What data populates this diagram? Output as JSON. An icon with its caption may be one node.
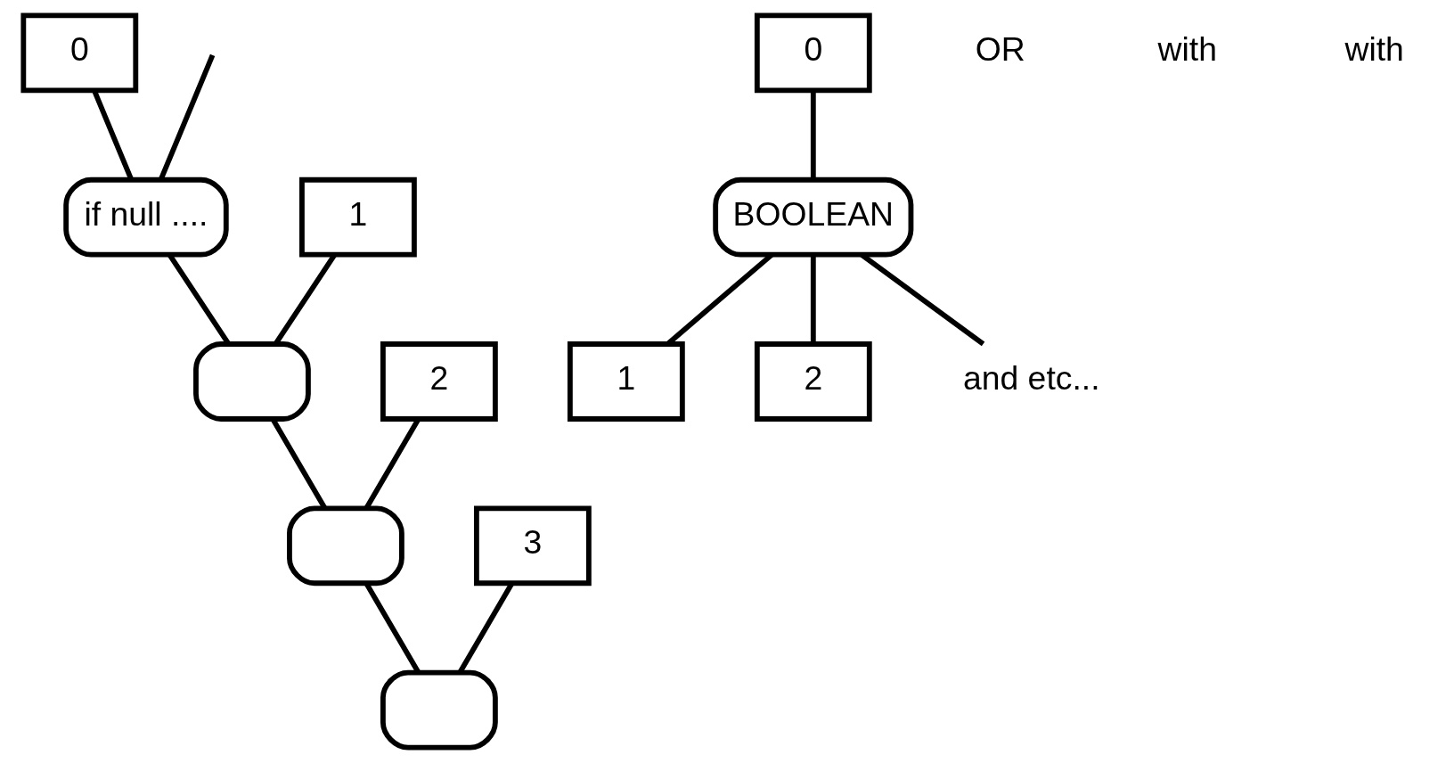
{
  "diagram": {
    "nodes": [
      {
        "text": [
          "0"
        ]
      },
      {
        "text": [
          "1"
        ]
      },
      {
        "text": [
          "2"
        ]
      },
      {
        "text": [
          "3"
        ]
      },
      {
        "text": [
          "if null ...."
        ]
      },
      {
        "text": [],
        "shape": "box"
      },
      {
        "text": [],
        "shape": "box"
      },
      {
        "text": [],
        "shape": "box"
      },
      {
        "text": [
          "0"
        ]
      },
      {
        "text": [
          "1"
        ]
      },
      {
        "text": [
          "BOOLEAN"
        ]
      },
      {
        "text": [
          "2"
        ]
      },
      {
        "text": [
          "and etc..."
        ]
      }
    ],
    "edges": [
      {
        "from": null,
        "to": 4,
        "arrow": "none"
      },
      {
        "from": 0,
        "to": 4,
        "arrow": "none"
      },
      {
        "from": 1,
        "to": 5,
        "arrow": "none"
      },
      {
        "from": 4,
        "to": 5,
        "arrow": "none"
      },
      {
        "from": 2,
        "to": 6,
        "arrow": "none"
      },
      {
        "from": 5,
        "to": 6,
        "arrow": "none"
      },
      {
        "from": 3,
        "to": 7,
        "arrow": "none"
      },
      {
        "from": 6,
        "to": 7,
        "arrow": "none"
      },
      {
        "from": 8,
        "to": 10,
        "arrow": "none"
      },
      {
        "from": 10,
        "to": 9,
        "arrow": "none"
      },
      {
        "from": 10,
        "to": 11,
        "arrow": "none"
      },
      {
        "from": 10,
        "to": 12,
        "arrow": "none"
      }
    ],
    "labels": [
      "OR",
      "with",
      "with"
    ]
  }
}
